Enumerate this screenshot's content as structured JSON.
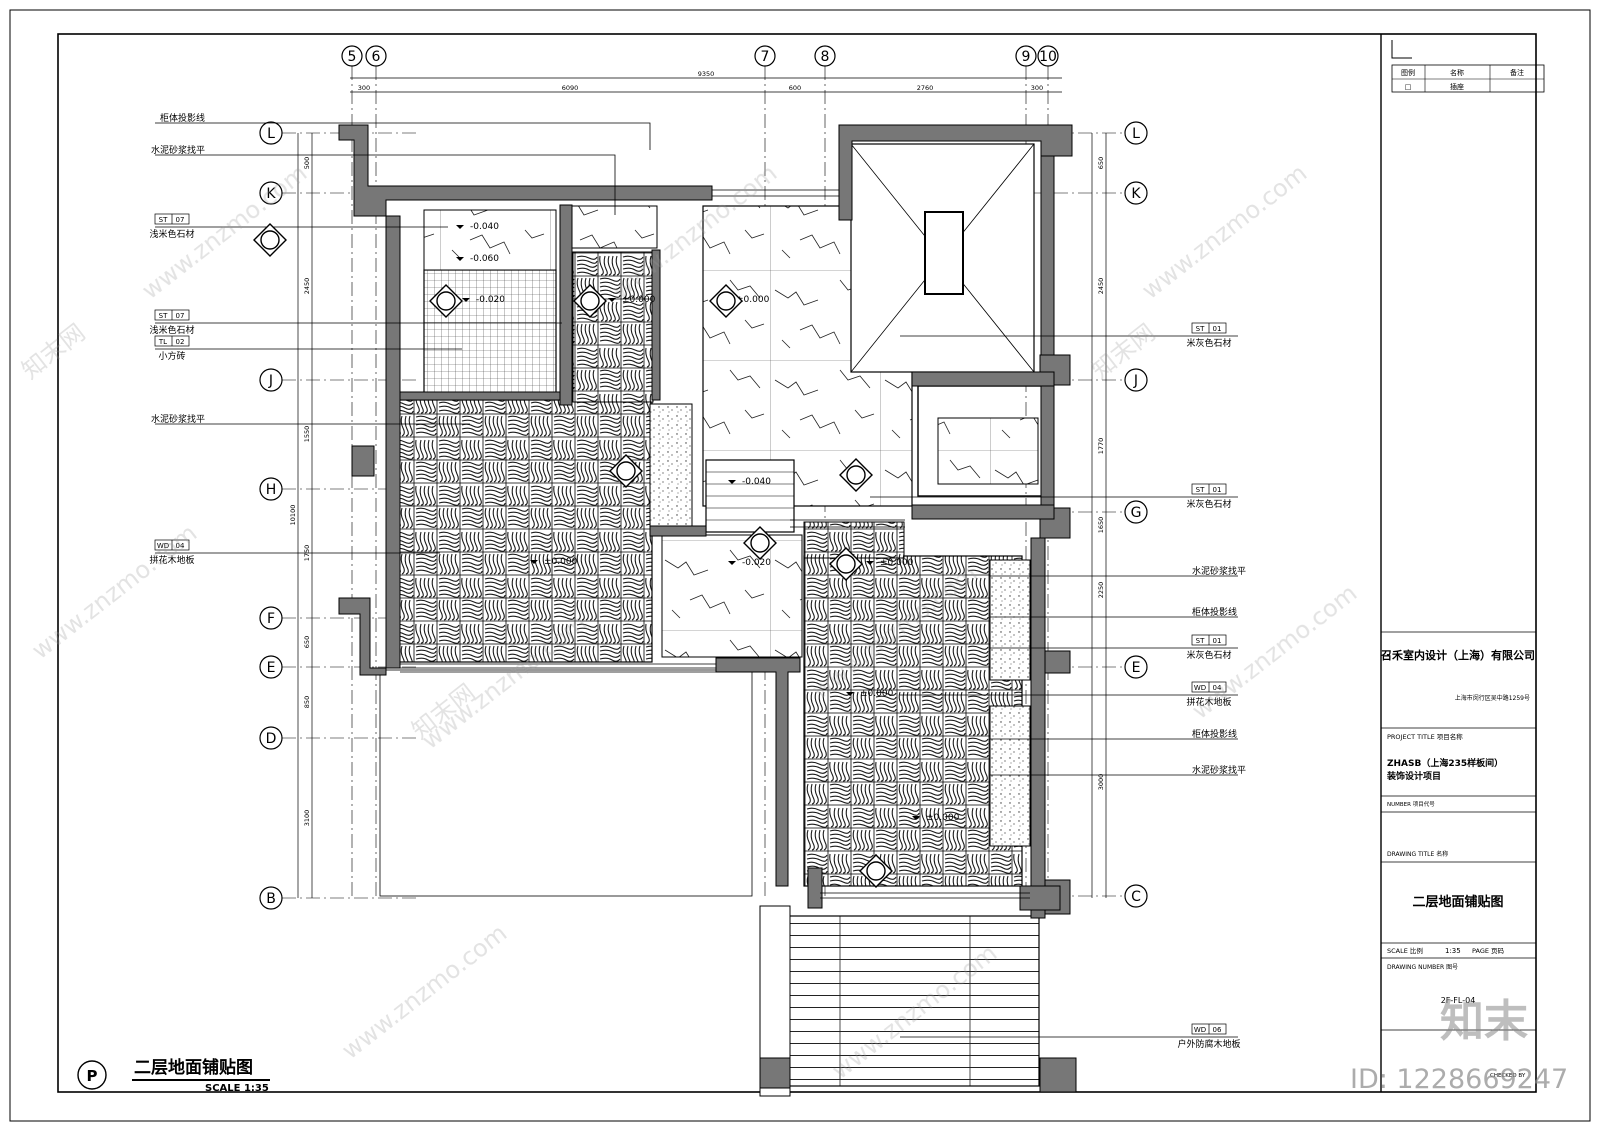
{
  "drawing": {
    "plan_title": "二层地面铺贴图",
    "plan_scale": "SCALE   1:35",
    "plan_marker": "P"
  },
  "grid": {
    "columns": [
      "5",
      "6",
      "7",
      "8",
      "9",
      "10"
    ],
    "rows_left": [
      "L",
      "K",
      "J",
      "H",
      "F",
      "E",
      "D",
      "B"
    ],
    "rows_right": [
      "L",
      "K",
      "J",
      "G",
      "E",
      "C"
    ]
  },
  "dimensions": {
    "top_total": "9350",
    "top_segments": [
      "300",
      "6090",
      "600",
      "2760",
      "300"
    ],
    "left_segments": [
      "500",
      "2450",
      "1550",
      "1750",
      "650",
      "850",
      "3100"
    ],
    "left_total": "10100",
    "right_segments": [
      "650",
      "2450",
      "1770",
      "1650",
      "2250",
      "3000"
    ]
  },
  "labels_left": [
    {
      "text": "柜体投影线"
    },
    {
      "text": "水泥砂浆找平"
    },
    {
      "code": "ST",
      "num": "07",
      "text": "浅米色石材"
    },
    {
      "code": "ST",
      "num": "07",
      "text": "浅米色石材"
    },
    {
      "code": "TL",
      "num": "02",
      "text": "小方砖"
    },
    {
      "text": "水泥砂浆找平"
    },
    {
      "code": "WD",
      "num": "04",
      "text": "拼花木地板"
    }
  ],
  "labels_right": [
    {
      "code": "ST",
      "num": "01",
      "text": "米灰色石材"
    },
    {
      "code": "ST",
      "num": "01",
      "text": "米灰色石材"
    },
    {
      "text": "水泥砂浆找平"
    },
    {
      "text": "柜体投影线"
    },
    {
      "code": "ST",
      "num": "01",
      "text": "米灰色石材"
    },
    {
      "code": "WD",
      "num": "04",
      "text": "拼花木地板"
    },
    {
      "text": "柜体投影线"
    },
    {
      "text": "水泥砂浆找平"
    },
    {
      "code": "WD",
      "num": "06",
      "text": "户外防腐木地板"
    }
  ],
  "elevations": [
    "-0.040",
    "-0.060",
    "-0.020",
    "±0.000",
    "±0.000",
    "±0.000",
    "±0.000",
    "-0.040",
    "-0.020",
    "±0.000",
    "±0.000"
  ],
  "title_block": {
    "legend_header": [
      "图例",
      "名称",
      "备注"
    ],
    "legend_row": [
      "□",
      "插座",
      ""
    ],
    "company": "召禾室内设计（上海）有限公司",
    "address": "上海市闵行区吴中路1259号",
    "project_label": "PROJECT TITLE 项目名称",
    "project_name": "ZHASB（上海235样板间）",
    "project_sub": "装饰设计项目",
    "number_label": "NUMBER 项目代号",
    "drawing_title_label": "DRAWING TITLE 名称",
    "drawing_title": "二层地面铺贴图",
    "scale_label": "SCALE 比例",
    "scale_value": "1:35",
    "page_label": "PAGE 页码",
    "drawing_number_label": "DRAWING NUMBER 图号",
    "drawing_number": "2F-FL-04",
    "checked_label": "CHECKED BY"
  },
  "watermark": {
    "site": "www.znzmo.com",
    "brand": "知末网",
    "logo": "知末",
    "id": "ID: 1228669247"
  }
}
